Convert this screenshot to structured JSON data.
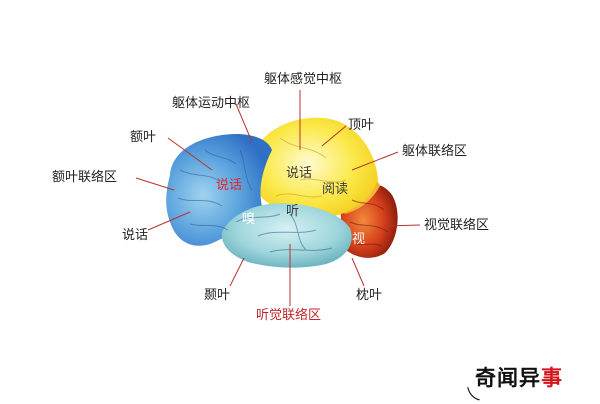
{
  "labels": {
    "motor_cortex": "躯体运动中枢",
    "sensory_cortex": "躯体感觉中枢",
    "frontal_lobe": "额叶",
    "parietal_lobe": "顶叶",
    "frontal_association": "额叶联络区",
    "somatosensory_association": "躯体联络区",
    "speech_left": "说话",
    "visual_association": "视觉联络区",
    "temporal_lobe": "颞叶",
    "occipital_lobe": "枕叶",
    "auditory_association": "听觉联络区"
  },
  "regions": {
    "speech_frontal": "说话",
    "speech_top": "说话",
    "reading": "阅读",
    "smell": "嗅",
    "hearing": "听",
    "vision": "视"
  },
  "watermark": {
    "part1": "奇闻异",
    "part2": "事",
    "mark": "乀"
  },
  "colors": {
    "frontal_blue": "#4c8fd8",
    "temporal_teal": "#a8dbe0",
    "parietal_yellow": "#f8e53a",
    "occipital_red": "#d4361a",
    "label_red": "#c0262a",
    "leader_red": "#b8322e"
  }
}
